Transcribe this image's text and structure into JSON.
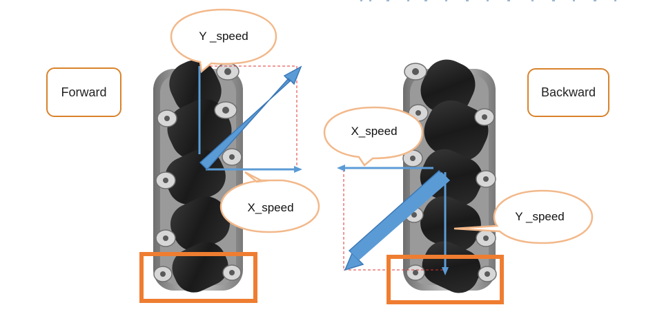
{
  "labels": {
    "forward": "Forward",
    "backward": "Backward"
  },
  "callouts": {
    "left_y": "Y _speed",
    "left_x": "X_speed",
    "right_x": "X_speed",
    "right_y": "Y _speed"
  },
  "colors": {
    "wheel_frame": "#8c8c8c",
    "roller": "#1f1f1f",
    "vector_blue": "#5b9bd5",
    "vector_blue_dark": "#3a78b8",
    "callout_border": "#f2b88a",
    "label_border": "#d9822b",
    "highlight_box": "#ef7d31",
    "guide_dashed": "#e03030"
  }
}
